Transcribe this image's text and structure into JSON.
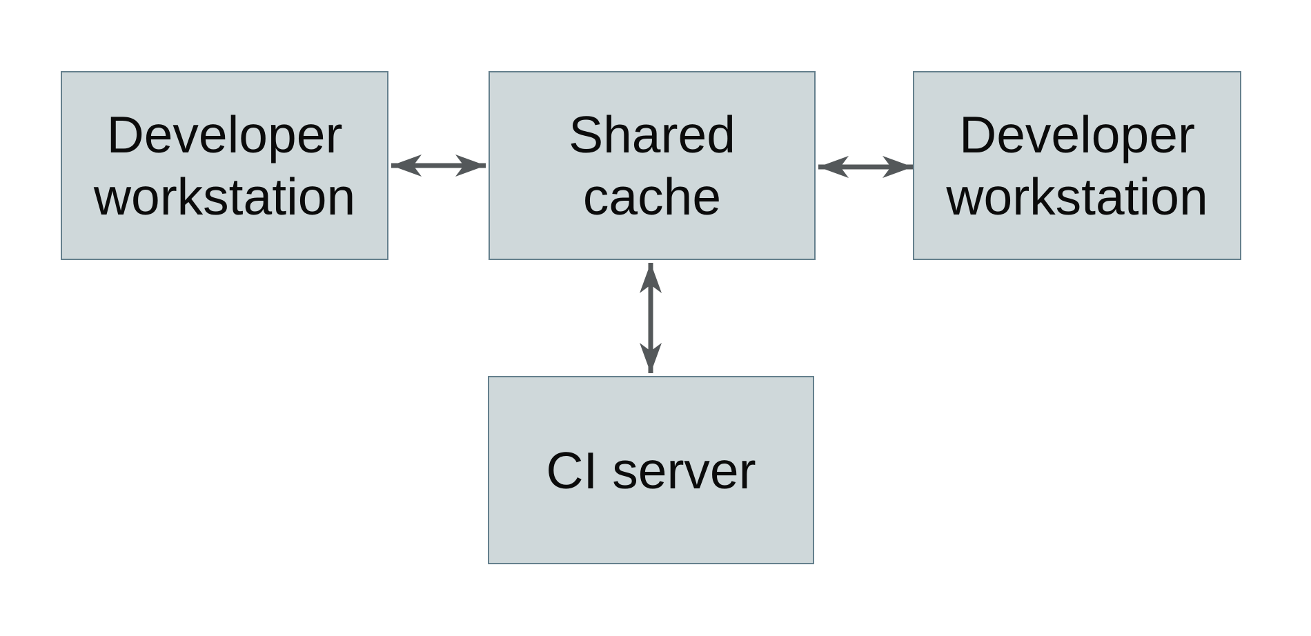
{
  "diagram": {
    "title": "",
    "nodes": [
      {
        "id": "dev-left",
        "label": "Developer workstation"
      },
      {
        "id": "cache",
        "label": "Shared cache"
      },
      {
        "id": "dev-right",
        "label": "Developer workstation"
      },
      {
        "id": "ci",
        "label": "CI server"
      }
    ],
    "edges": [
      {
        "from": "dev-left",
        "to": "cache",
        "direction": "bidirectional"
      },
      {
        "from": "cache",
        "to": "dev-right",
        "direction": "bidirectional"
      },
      {
        "from": "cache",
        "to": "ci",
        "direction": "bidirectional"
      }
    ],
    "colors": {
      "background": "#ffffff",
      "node_fill": "#cfd8da",
      "node_border": "#65808d",
      "arrow": "#54585a",
      "text": "#0b0b0b"
    }
  }
}
